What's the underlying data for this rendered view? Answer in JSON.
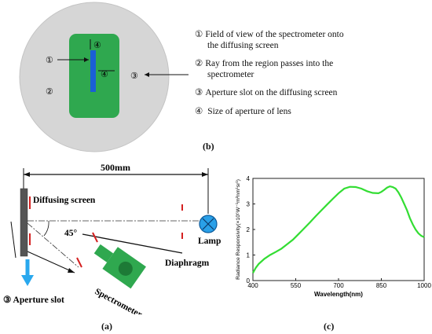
{
  "panel_b": {
    "label": "(b)",
    "markers": [
      "①",
      "②",
      "③",
      "④"
    ],
    "legend": [
      {
        "num": "①",
        "line1": "Field of view of the spectrometer onto",
        "line2": "the diffusing screen"
      },
      {
        "num": "②",
        "line1": "Ray from the region passes  into the",
        "line2": "spectrometer"
      },
      {
        "num": "③",
        "line1": "Aperture slot on the diffusing screen",
        "line2": ""
      },
      {
        "num": "④",
        "line1": " Size of aperture of lens",
        "line2": ""
      }
    ],
    "colors": {
      "circle": "#d6d6d6",
      "screen": "#2fa84f",
      "slot": "#1a5fd6"
    }
  },
  "panel_a": {
    "label": "(a)",
    "distance": "500mm",
    "diffusing_screen": "Diffusing screen",
    "lamp": "Lamp",
    "diaphragm": "Diaphragm",
    "angle": "45°",
    "spectrometer": "Spectrometer",
    "aperture_slot": "③ Aperture slot"
  },
  "panel_c": {
    "label": "(c)"
  },
  "chart_data": {
    "type": "line",
    "title": "",
    "xlabel": "Wavelength(nm)",
    "ylabel": "Radiance Responsivity(×10⁵W⁻¹m²nm¹sr¹)",
    "xlim": [
      400,
      1000
    ],
    "ylim": [
      0,
      4
    ],
    "xticks": [
      400,
      550,
      700,
      850,
      1000
    ],
    "yticks": [
      0,
      1,
      2,
      3,
      4
    ],
    "color": "#33dd33",
    "series": [
      {
        "x": [
          400,
          410,
          420,
          440,
          460,
          480,
          500,
          520,
          540,
          560,
          580,
          600,
          620,
          640,
          660,
          680,
          700,
          720,
          740,
          760,
          780,
          800,
          820,
          840,
          850,
          860,
          870,
          880,
          890,
          900,
          910,
          920,
          930,
          940,
          950,
          960,
          970,
          980,
          990,
          1000
        ],
        "values": [
          0.3,
          0.5,
          0.65,
          0.85,
          1.0,
          1.12,
          1.25,
          1.42,
          1.6,
          1.82,
          2.05,
          2.28,
          2.52,
          2.75,
          2.98,
          3.2,
          3.42,
          3.6,
          3.67,
          3.66,
          3.6,
          3.5,
          3.43,
          3.42,
          3.47,
          3.55,
          3.64,
          3.69,
          3.66,
          3.6,
          3.45,
          3.25,
          3.0,
          2.75,
          2.45,
          2.2,
          2.0,
          1.85,
          1.75,
          1.7
        ]
      }
    ]
  }
}
